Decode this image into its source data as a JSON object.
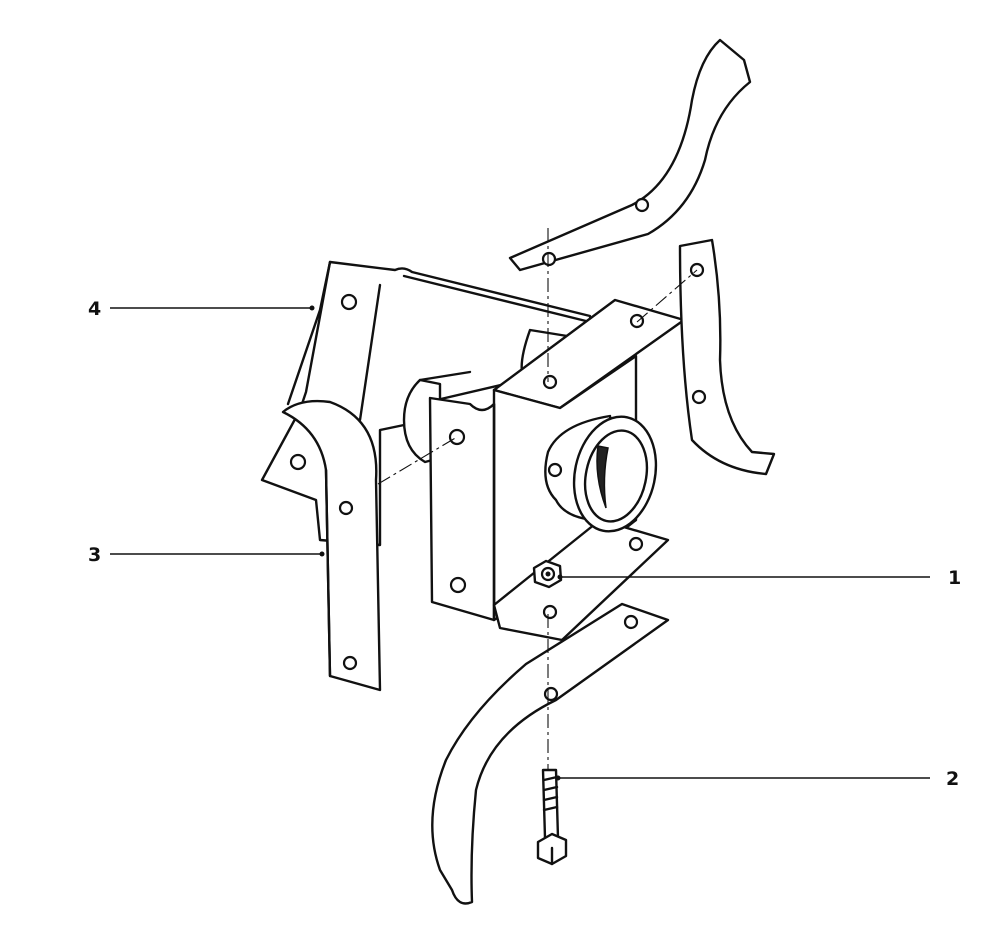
{
  "callouts": [
    {
      "id": "1",
      "label": "1",
      "part": "nut"
    },
    {
      "id": "2",
      "label": "2",
      "part": "bolt"
    },
    {
      "id": "3",
      "label": "3",
      "part": "tine-left"
    },
    {
      "id": "4",
      "label": "4",
      "part": "hub-flange"
    }
  ]
}
